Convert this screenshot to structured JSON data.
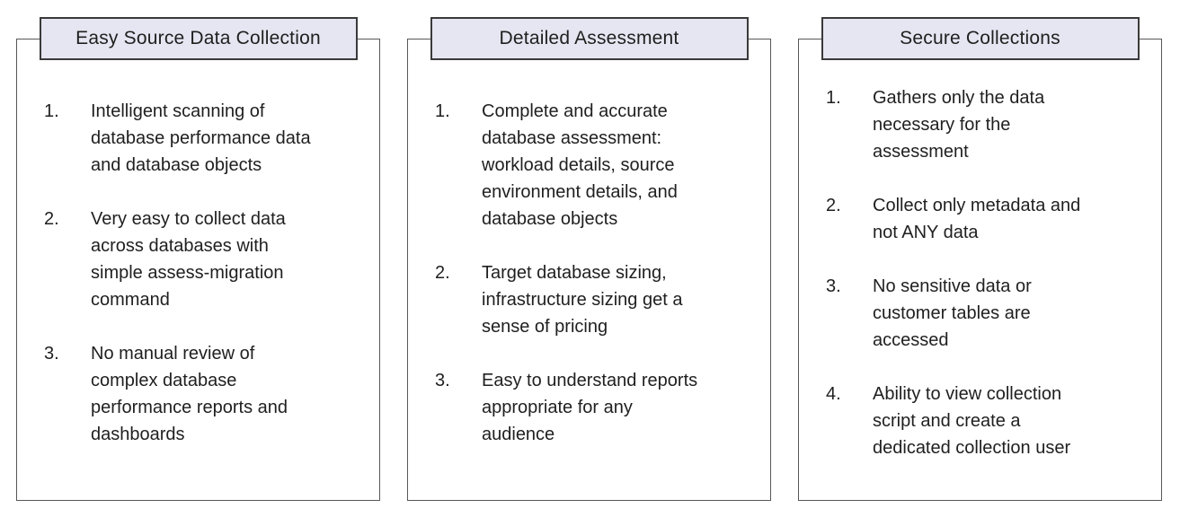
{
  "colors": {
    "page_bg": "#ffffff",
    "panel_border": "#575757",
    "title_fill": "#e6e6f2",
    "title_border": "#3a3a3a",
    "text": "#1f1f1f"
  },
  "panels": [
    {
      "title": "Easy Source Data Collection",
      "items": [
        {
          "num": "1.",
          "text": "Intelligent scanning of\ndatabase performance data\nand database objects"
        },
        {
          "num": "2.",
          "text": "Very easy to collect data\nacross databases with\nsimple assess-migration\ncommand"
        },
        {
          "num": "3.",
          "text": "No manual review of\ncomplex database\nperformance reports and\ndashboards"
        }
      ]
    },
    {
      "title": "Detailed Assessment",
      "items": [
        {
          "num": "1.",
          "text": "Complete and accurate\ndatabase assessment:\nworkload details, source\nenvironment details, and\ndatabase objects"
        },
        {
          "num": "2.",
          "text": "Target database sizing,\ninfrastructure sizing get a\nsense of pricing"
        },
        {
          "num": "3.",
          "text": "Easy to understand reports\nappropriate for any\naudience"
        }
      ]
    },
    {
      "title": "Secure Collections",
      "items": [
        {
          "num": "1.",
          "text": "Gathers only the data\nnecessary for the\nassessment"
        },
        {
          "num": "2.",
          "text": "Collect only metadata and\nnot ANY data"
        },
        {
          "num": "3.",
          "text": "No sensitive data or\ncustomer tables are\naccessed"
        },
        {
          "num": "4.",
          "text": "Ability to view collection\nscript and create a\ndedicated collection user"
        }
      ]
    }
  ]
}
